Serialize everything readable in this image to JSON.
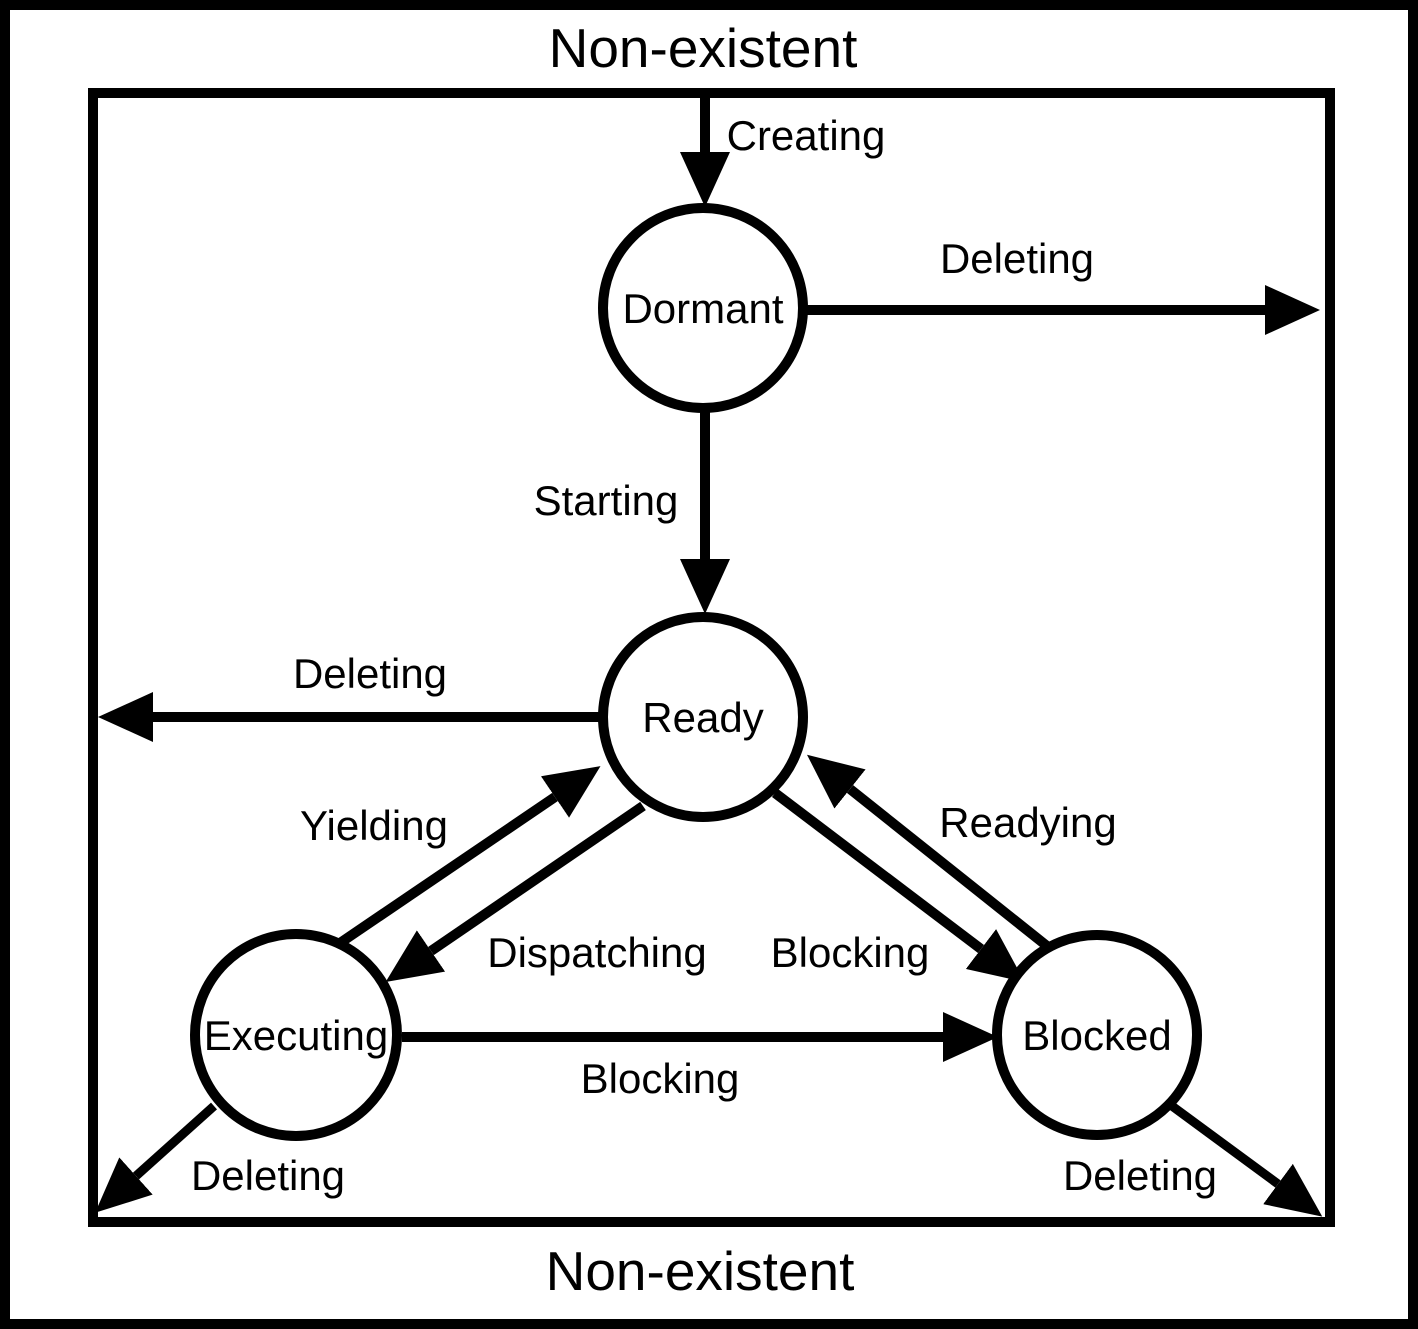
{
  "diagram": {
    "title_top": "Non-existent",
    "title_bottom": "Non-existent",
    "colors": {
      "line": "#000000",
      "background": "#ffffff"
    },
    "states": [
      {
        "id": "dormant",
        "label": "Dormant"
      },
      {
        "id": "ready",
        "label": "Ready"
      },
      {
        "id": "executing",
        "label": "Executing"
      },
      {
        "id": "blocked",
        "label": "Blocked"
      }
    ],
    "transitions": [
      {
        "id": "creating",
        "label": "Creating",
        "from": "non-existent",
        "to": "dormant"
      },
      {
        "id": "deleting-from-dormant",
        "label": "Deleting",
        "from": "dormant",
        "to": "non-existent"
      },
      {
        "id": "starting",
        "label": "Starting",
        "from": "dormant",
        "to": "ready"
      },
      {
        "id": "deleting-from-ready",
        "label": "Deleting",
        "from": "ready",
        "to": "non-existent"
      },
      {
        "id": "yielding",
        "label": "Yielding",
        "from": "executing",
        "to": "ready"
      },
      {
        "id": "dispatching",
        "label": "Dispatching",
        "from": "ready",
        "to": "executing"
      },
      {
        "id": "blocking-from-ready",
        "label": "Blocking",
        "from": "ready",
        "to": "blocked"
      },
      {
        "id": "readying",
        "label": "Readying",
        "from": "blocked",
        "to": "ready"
      },
      {
        "id": "blocking-from-executing",
        "label": "Blocking",
        "from": "executing",
        "to": "blocked"
      },
      {
        "id": "deleting-from-executing",
        "label": "Deleting",
        "from": "executing",
        "to": "non-existent"
      },
      {
        "id": "deleting-from-blocked",
        "label": "Deleting",
        "from": "blocked",
        "to": "non-existent"
      }
    ]
  }
}
